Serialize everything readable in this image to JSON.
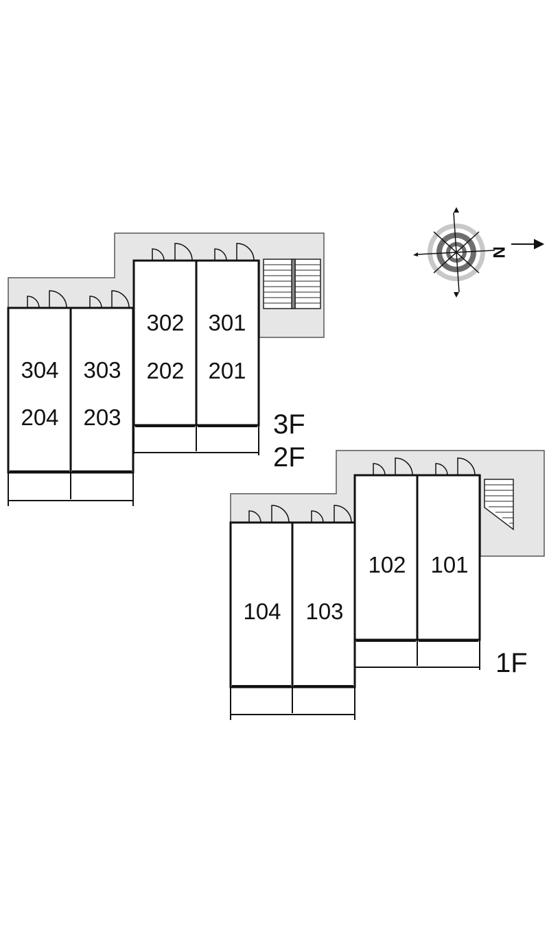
{
  "upper_floors": {
    "floor_label_top": "3F",
    "floor_label_bottom": "2F",
    "units": [
      {
        "id": "u304",
        "upper": "304",
        "lower": "204"
      },
      {
        "id": "u303",
        "upper": "303",
        "lower": "203"
      },
      {
        "id": "u302",
        "upper": "302",
        "lower": "202"
      },
      {
        "id": "u301",
        "upper": "301",
        "lower": "201"
      }
    ]
  },
  "ground_floor": {
    "floor_label": "1F",
    "units": [
      {
        "id": "u104",
        "label": "104"
      },
      {
        "id": "u103",
        "label": "103"
      },
      {
        "id": "u102",
        "label": "102"
      },
      {
        "id": "u101",
        "label": "101"
      }
    ]
  },
  "compass": {
    "north_letter": "N"
  },
  "colors": {
    "corridor_fill": "#e6e6e6",
    "wall": "#111111",
    "compass_ring_light": "#c8c8c8",
    "compass_ring_dark": "#6e6e6e"
  }
}
